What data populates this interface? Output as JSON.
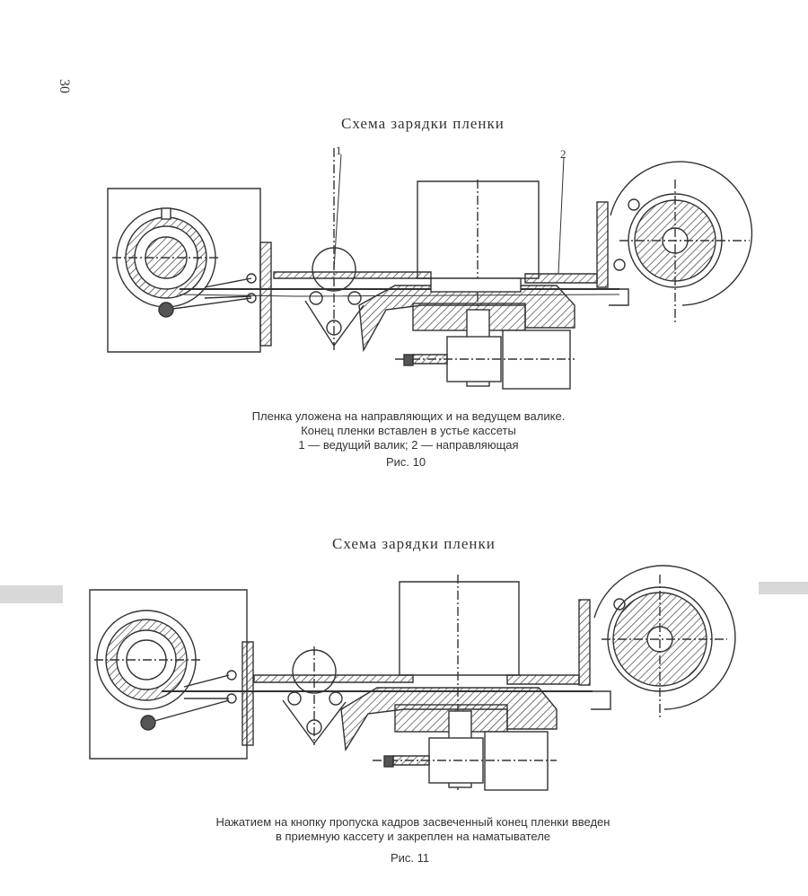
{
  "page_number": "30",
  "figure10": {
    "title": "Схема зарядки пленки",
    "callout_1": "1",
    "callout_2": "2",
    "caption_lines": [
      "Пленка уложена на направляющих и на ведущем валике.",
      "Конец пленки вставлен в устье кассеты",
      "1 — ведущий валик; 2 — направляющая"
    ],
    "label": "Рис. 10"
  },
  "figure11": {
    "title": "Схема зарядки пленки",
    "caption_lines": [
      "Нажатием на кнопку пропуска кадров засвеченный конец пленки введен",
      "в приемную кассету и закреплен на наматывателе"
    ],
    "label": "Рис. 11"
  }
}
